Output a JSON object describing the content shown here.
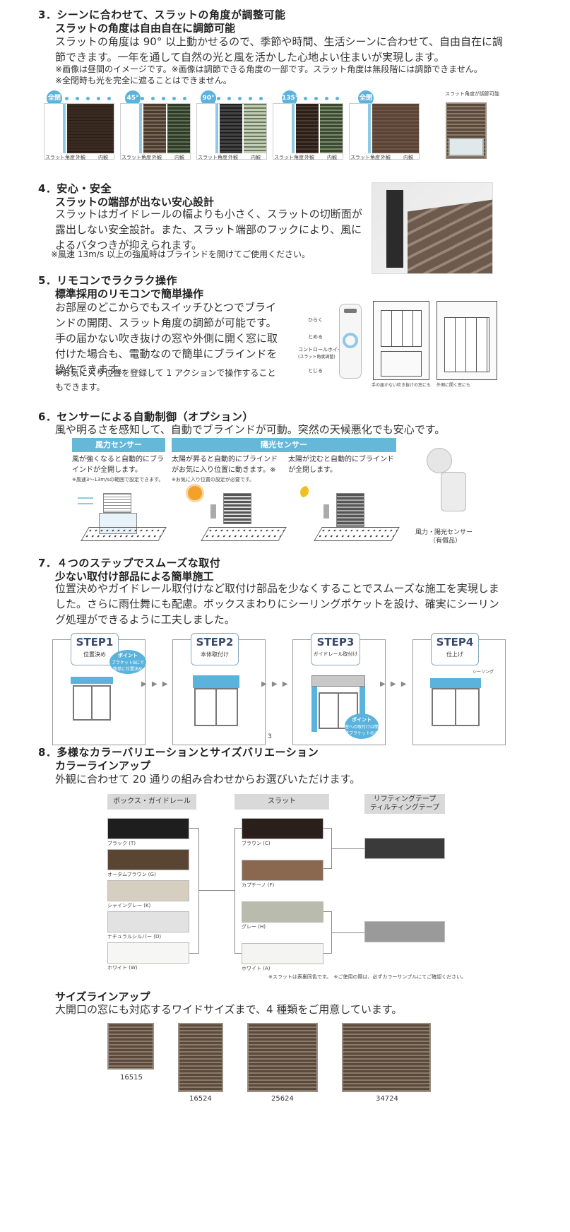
{
  "sec3": {
    "heading": "3．シーンに合わせて、スラットの角度が調整可能",
    "subheading": "スラットの角度は自由自在に調節可能",
    "body": "スラットの角度は 90° 以上動かせるので、季節や時間、生活シーンに合わせて、自由自在に調節できます。一年を通して自然の光と風を活かした心地よい住まいが実現します。",
    "note1": "※画像は昼間のイメージです。※画像は調節できる角度の一部です。スラット角度は無段階には調節できません。",
    "note2": "※全閉時も光を完全に遮ることはできません。",
    "angles": [
      "全閉",
      "45°",
      "90°",
      "135°",
      "全閉"
    ],
    "panel_labels": [
      "スラット角度",
      "外観",
      "内観"
    ],
    "caption": "スラット角度が調節可能"
  },
  "sec4": {
    "heading": "4．安心・安全",
    "subheading": "スラットの端部が出ない安心設計",
    "body": "スラットはガイドレールの幅よりも小さく、スラットの切断面が露出しない安全設計。また、スラット端部のフックにより、風によるバタつきが抑えられます。",
    "note": "※風速 13m/s 以上の強風時はブラインドを開けてご使用ください。"
  },
  "sec5": {
    "heading": "5．リモコンでラクラク操作",
    "subheading": "標準採用のリモコンで簡単操作",
    "body": "お部屋のどこからでもスイッチひとつでブラインドの開閉、スラット角度の調節が可能です。手の届かない吹き抜けの窓や外側に開く窓に取付けた場合も、電動なので簡単にブラインドを操作できます。",
    "note": "※お気に入り位置を登録して 1 アクションで操作することもできます。",
    "remote_labels": [
      "ひらく",
      "とめる",
      "コントロールホイール",
      "(スラット角度調整)",
      "とじる"
    ],
    "caption_left": "手の届かない吹き抜けの窓にも",
    "caption_right": "外側に開く窓にも"
  },
  "sec6": {
    "heading": "6．センサーによる自動制御（オプション）",
    "body": "風や明るさを感知して、自動でブラインドが可動。突然の天候悪化でも安心です。",
    "bar_wind": "風力センサー",
    "bar_light": "陽光センサー",
    "wind_text": "風が強くなると自動的にブラインドが全開します。",
    "wind_note": "※風速3〜13m/sの範囲で設定できます。",
    "sun_text": "太陽が昇ると自動的にブラインドがお気に入り位置に動きます。※",
    "sun_note": "※お気に入り位置の設定が必要です。",
    "moon_text": "太陽が沈むと自動的にブラインドが全閉します。",
    "sensor_caption": "風力・陽光センサー",
    "sensor_sub": "（有償品）"
  },
  "sec7": {
    "heading": "7．４つのステップでスムーズな取付",
    "subheading": "少ない取付け部品による簡単施工",
    "body": "位置決めやガイドレール取付けなど取付け部品を少なくすることでスムーズな施工を実現しました。さらに雨仕舞にも配慮。ボックスまわりにシーリングポケットを設け、確実にシーリング処理ができるように工夫しました。",
    "steps": [
      {
        "title": "STEP1",
        "sub": "位置決め"
      },
      {
        "title": "STEP2",
        "sub": "本体取付け"
      },
      {
        "title": "STEP3",
        "sub": "ガイドレール取付け"
      },
      {
        "title": "STEP4",
        "sub": "仕上げ"
      }
    ],
    "point1_title": "ポイント",
    "point1_text": "ブラケットBにで簡単に位置決め",
    "point2_title": "ポイント",
    "point2_text": "窓への取付けは簡単ブラケットのみ",
    "sealing": "シーリング",
    "page_number": "3"
  },
  "sec8": {
    "heading": "8．多様なカラーバリエーションとサイズバリエーション",
    "subheading": "カラーラインアップ",
    "body": "外観に合わせて 20 通りの組み合わせからお選びいただけます。",
    "col_box": "ボックス・ガイドレール",
    "col_slat": "スラット",
    "col_tape1": "リフティングテープ",
    "col_tape2": "ティルティングテープ",
    "box_colors": [
      {
        "name": "ブラック (T)",
        "hex": "#1e1e1e"
      },
      {
        "name": "オータムブラウン (G)",
        "hex": "#5a4432"
      },
      {
        "name": "シャイングレー (K)",
        "hex": "#d6cebf"
      },
      {
        "name": "ナチュラルシルバー (D)",
        "hex": "#e2e2e2"
      },
      {
        "name": "ホワイト (W)",
        "hex": "#f6f6f4"
      }
    ],
    "slat_colors": [
      {
        "name": "ブラウン (C)",
        "hex": "#2a1f1a"
      },
      {
        "name": "カプチーノ (F)",
        "hex": "#8a6850"
      },
      {
        "name": "グレー (H)",
        "hex": "#b9bcad"
      },
      {
        "name": "ホワイト (A)",
        "hex": "#f4f4f2"
      }
    ],
    "tape_colors": [
      "#3a3a3a",
      "#9a9a9a"
    ],
    "footnote": "※スラットは表裏同色です。　※ご使用の際は、必ずカラーサンプルにてご確認ください。",
    "size_heading": "サイズラインアップ",
    "size_body": "大開口の窓にも対応するワイドサイズまで、4 種類をご用意しています。",
    "sizes": [
      "16515",
      "16524",
      "25624",
      "34724"
    ]
  }
}
